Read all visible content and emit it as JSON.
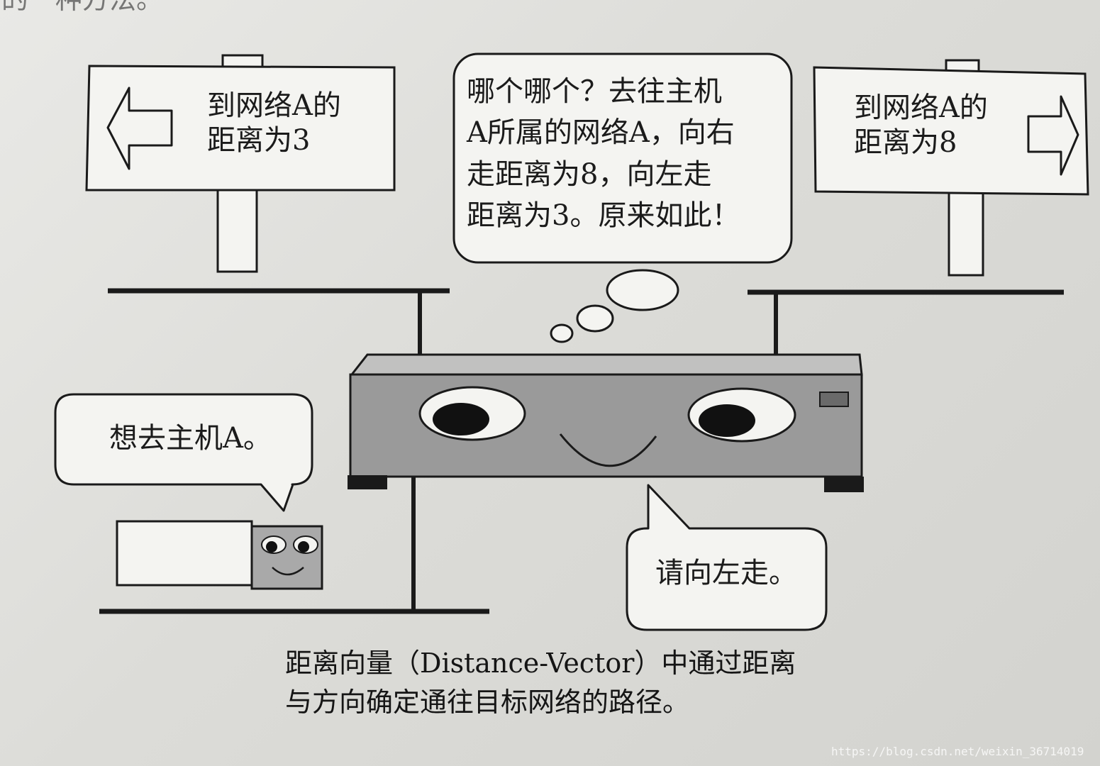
{
  "header_fragment": "的一种方法。",
  "signs": {
    "left": {
      "text": "到网络A的\n距离为3",
      "direction": "left",
      "distance": 3
    },
    "right": {
      "text": "到网络A的\n距离为8",
      "direction": "right",
      "distance": 8
    }
  },
  "router": {
    "thought": "哪个哪个？去往主机\nA所属的网络A，向右\n走距离为8，向左走\n距离为3。原来如此！",
    "reply": "请向左走。"
  },
  "host": {
    "speech": "想去主机A。"
  },
  "caption": "距离向量（Distance-Vector）中通过距离\n与方向确定通往目标网络的路径。",
  "watermark": "https://blog.csdn.net/weixin_36714019",
  "colors": {
    "router_body": "#9a9a9a",
    "host_face": "#a9a9a9",
    "line": "#1a1a1a"
  }
}
